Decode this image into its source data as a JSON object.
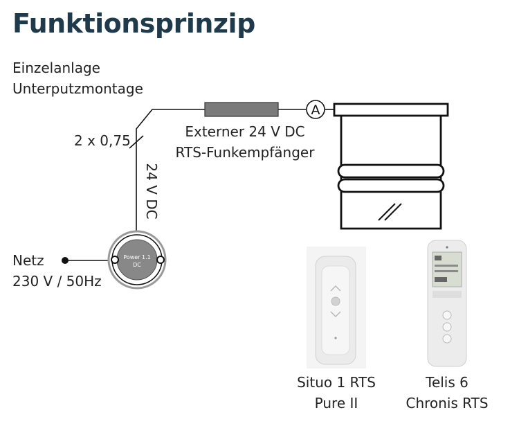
{
  "title": "Funktionsprinzip",
  "subtitle": {
    "line1": "Einzelanlage",
    "line2": "Unterputzmontage"
  },
  "cable": {
    "cross_section": "2 x 0,75",
    "voltage": "24 V DC"
  },
  "receiver": {
    "line1": "Externer 24 V DC",
    "line2": "RTS-Funkempfänger"
  },
  "motor_marker": "A",
  "power_supply": {
    "line1": "Power 1.1",
    "line2": "DC"
  },
  "mains": {
    "line1": "Netz",
    "line2": "230 V / 50Hz"
  },
  "remote_situo": {
    "line1": "Situo 1 RTS",
    "line2": "Pure II"
  },
  "remote_telis": {
    "line1": "Telis 6",
    "line2": "Chronis RTS"
  },
  "colors": {
    "title": "#1f3a4a",
    "line": "#111111",
    "receiver_fill": "#7a7a7a",
    "power_outer": "#9a9a9a",
    "power_inner": "#888888"
  }
}
